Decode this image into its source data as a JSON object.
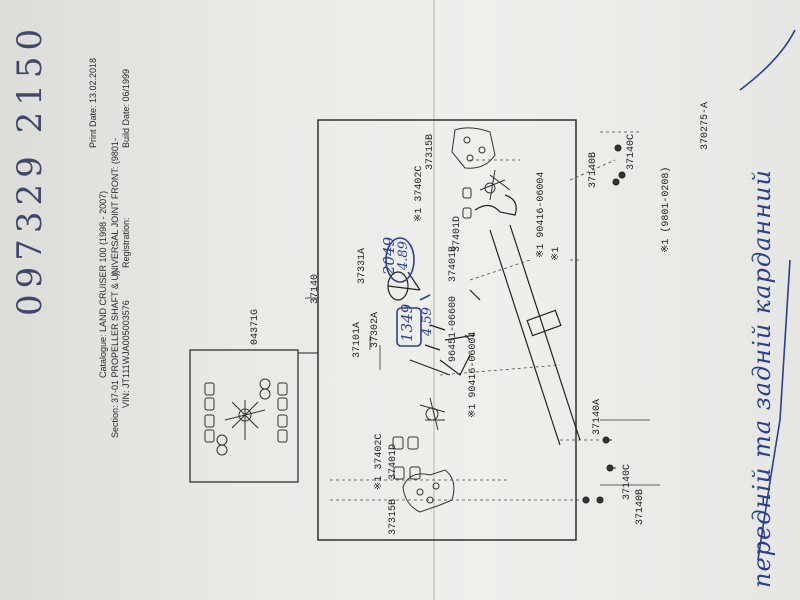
{
  "handwritten_number": "097329 2150",
  "header": {
    "catalogue": "Catalogue: LAND CRUISER 100 (1998 - 2007)",
    "section": "Section: 37-01 PROPELLER SHAFT & UNIVERSAL JOINT FRONT: (9801-",
    "section_tail": "))",
    "vin": "VIN: JT111WJA005003576",
    "registration": "Registration:",
    "build_date": "Build Date: 06/1999",
    "print_date": "Print Date: 13.02.2018"
  },
  "parts": {
    "p04371G": "04371G",
    "p37140": "37140",
    "p37101A": "37101A",
    "p37302A": "37302A",
    "p37331A": "37331A",
    "p37402C_l": "※1 37402C",
    "p37401D_l": "37401D",
    "p37315B_l": "37315B",
    "p90416_l": "※1 90416-06004",
    "p96451": "96451-06600",
    "p37401B": "37401B",
    "p37402C_r": "※1 37402C",
    "p37401D_r": "37401D",
    "p37315B_r": "37315B",
    "p90416_r": "※1 90416-06004",
    "p37140A": "37140A",
    "p37140C_l": "37140C",
    "p37140B_l": "37140B",
    "p37140B_r": "37140B",
    "p37140C_r": "37140C"
  },
  "notes": {
    "range": "※1 (9801-0208)",
    "range2": "※1",
    "ref": "370275-A"
  },
  "handwriting": {
    "num_1": "1349",
    "num_2": "4.59",
    "num_3": "2049",
    "num_4": "4.89",
    "margin": "передній та задній карданний"
  }
}
